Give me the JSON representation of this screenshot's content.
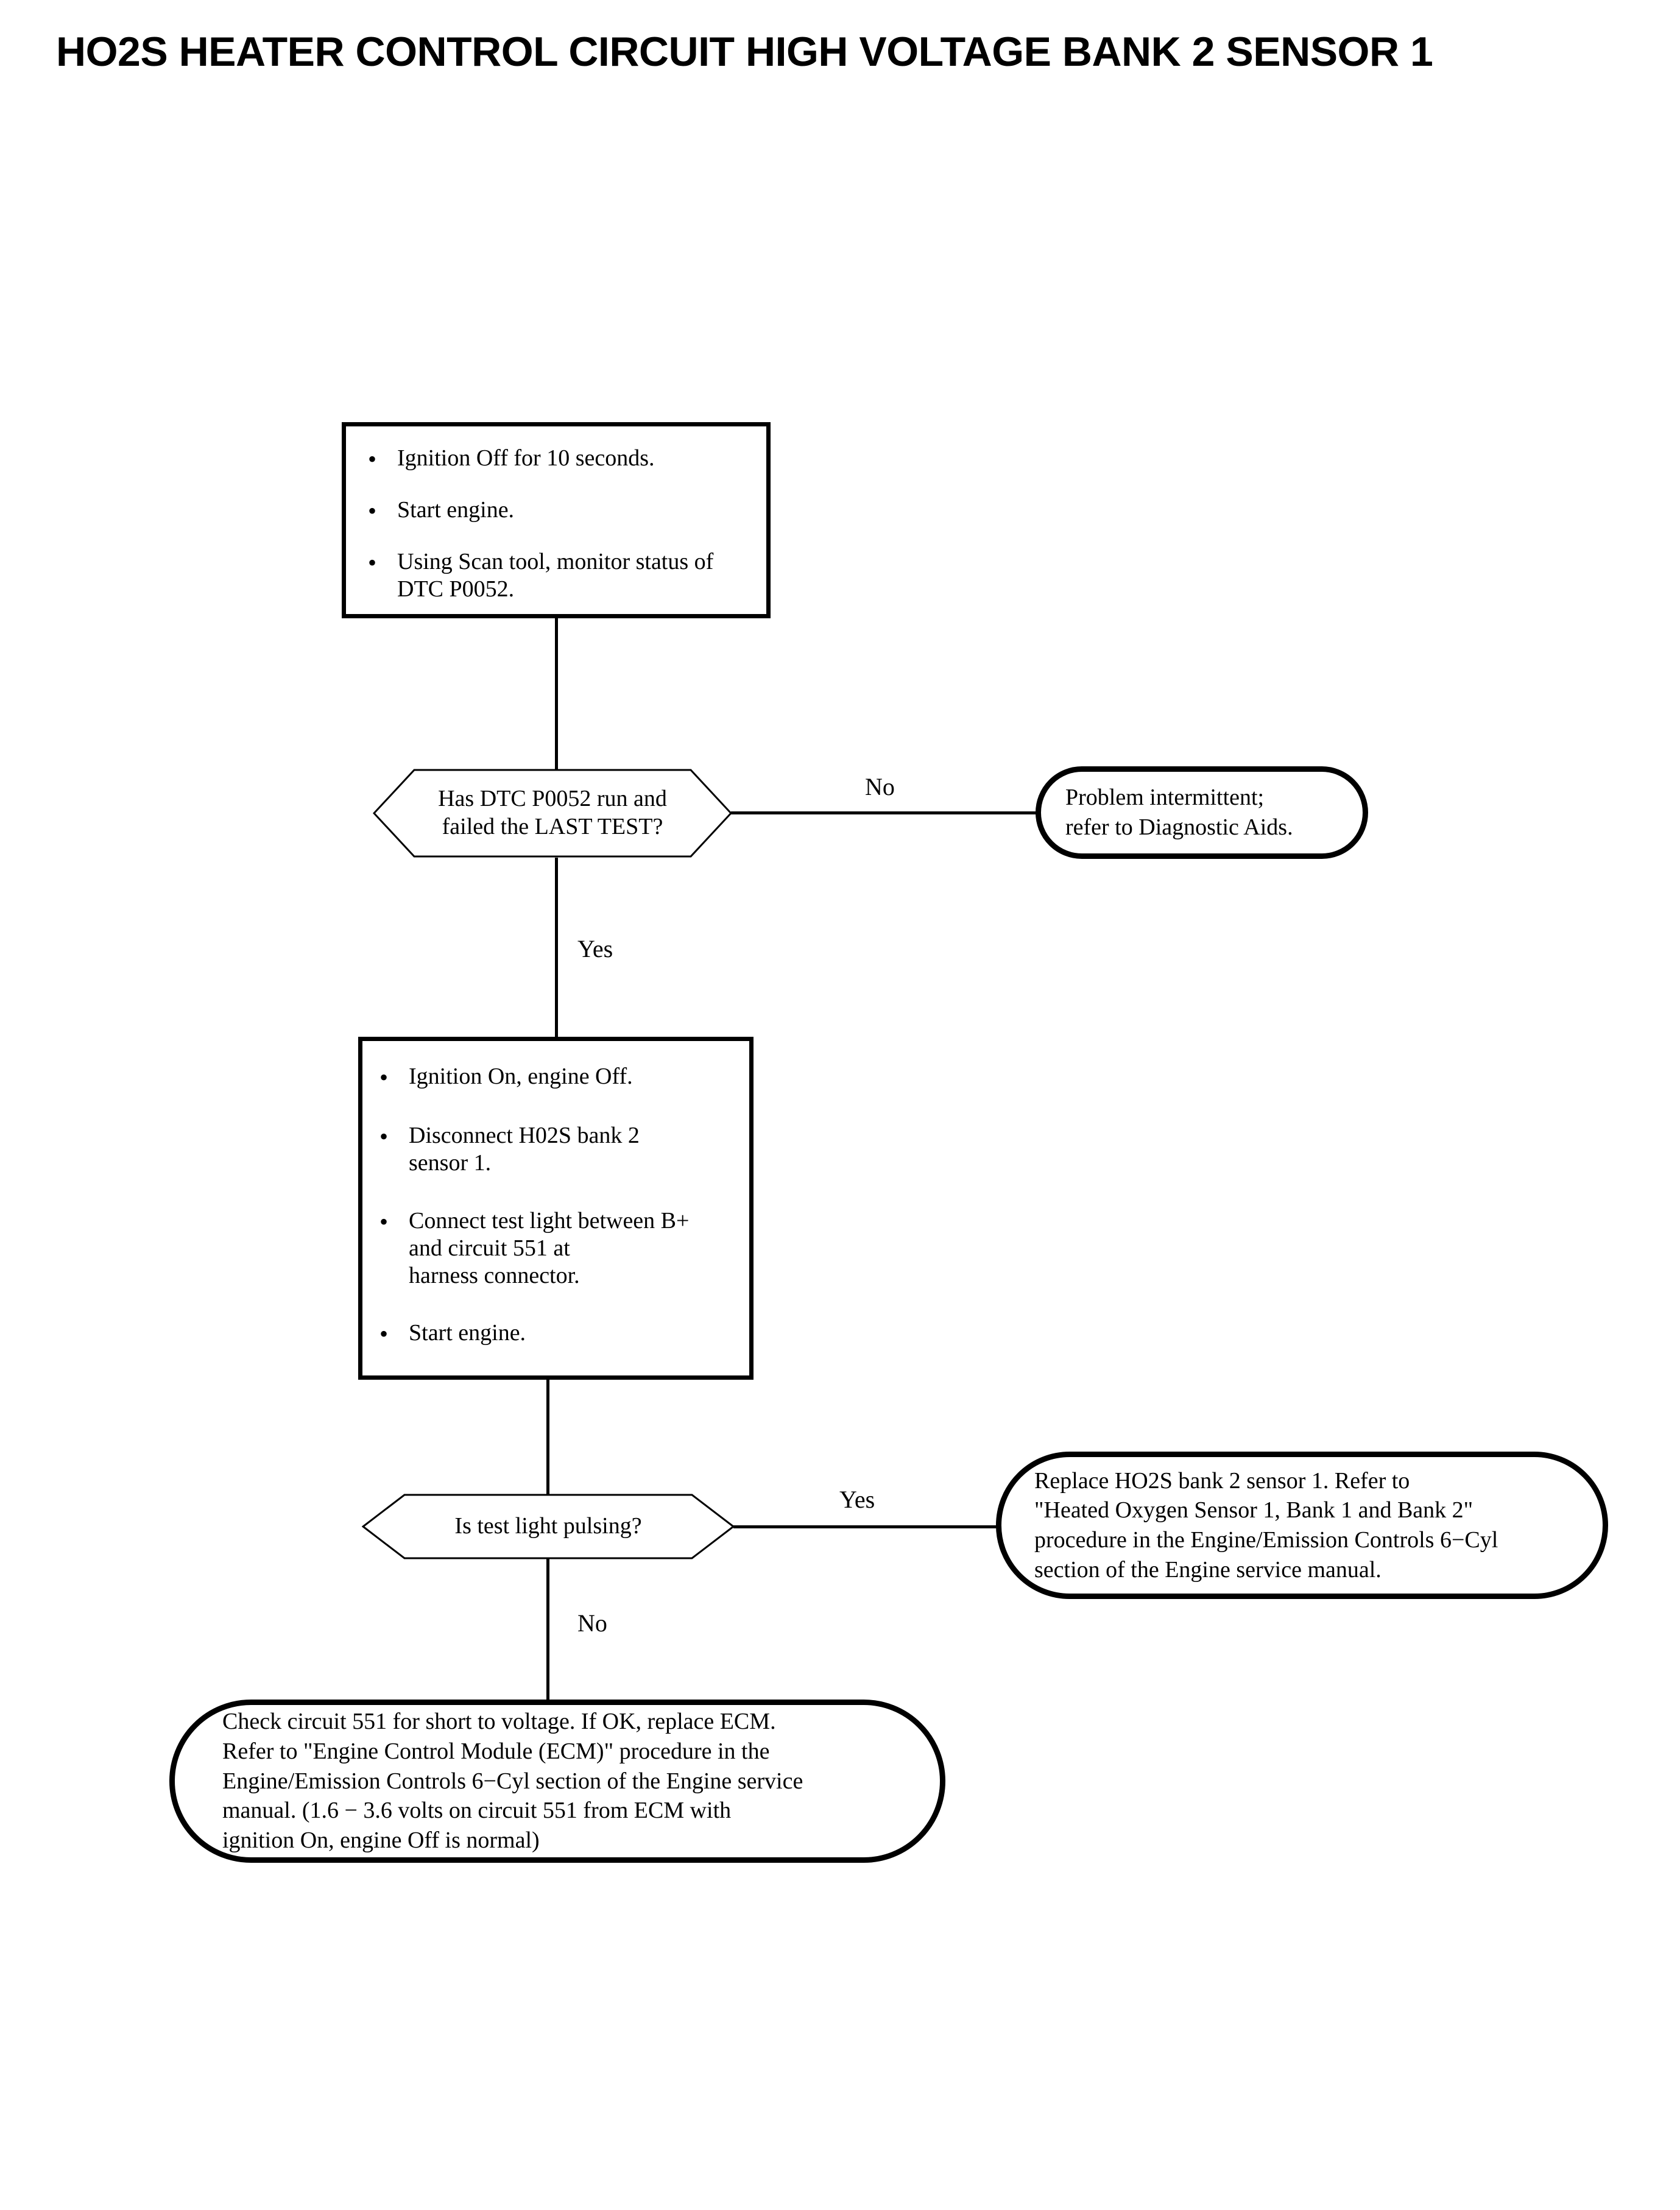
{
  "page": {
    "title": "HO2S HEATER CONTROL CIRCUIT HIGH VOLTAGE BANK 2 SENSOR 1",
    "background_color": "#ffffff",
    "line_color": "#000000",
    "text_color": "#000000"
  },
  "flow": {
    "step1": {
      "type": "process",
      "bullets": [
        "Ignition Off for 10 seconds.",
        "Start engine.",
        "Using Scan tool, monitor status of\nDTC P0052."
      ],
      "bullet_glyph": "•"
    },
    "decision1": {
      "type": "decision",
      "text": "Has DTC P0052 run and\nfailed the LAST TEST?",
      "yes_label": "Yes",
      "no_label": "No"
    },
    "terminal_intermittent": {
      "type": "terminal",
      "text": "Problem intermittent;\nrefer to Diagnostic Aids."
    },
    "step2": {
      "type": "process",
      "bullets": [
        "Ignition On, engine Off.",
        "Disconnect H02S bank 2\nsensor 1.",
        "Connect test light between B+\nand circuit 551 at\nharness connector.",
        "Start engine."
      ],
      "bullet_glyph": "•"
    },
    "decision2": {
      "type": "decision",
      "text": "Is test light pulsing?",
      "yes_label": "Yes",
      "no_label": "No"
    },
    "terminal_replace": {
      "type": "terminal",
      "text": "Replace HO2S bank 2 sensor 1. Refer to\n\"Heated Oxygen Sensor 1, Bank 1 and Bank 2\"\nprocedure in the Engine/Emission Controls 6−Cyl\nsection of the Engine service manual."
    },
    "terminal_check": {
      "type": "terminal",
      "text": "Check circuit 551 for short to voltage. If OK, replace ECM.\nRefer to \"Engine Control Module (ECM)\" procedure in the\nEngine/Emission Controls 6−Cyl section of the Engine service\nmanual. (1.6 − 3.6 volts on circuit 551 from ECM with\nignition On, engine Off is normal)"
    }
  }
}
